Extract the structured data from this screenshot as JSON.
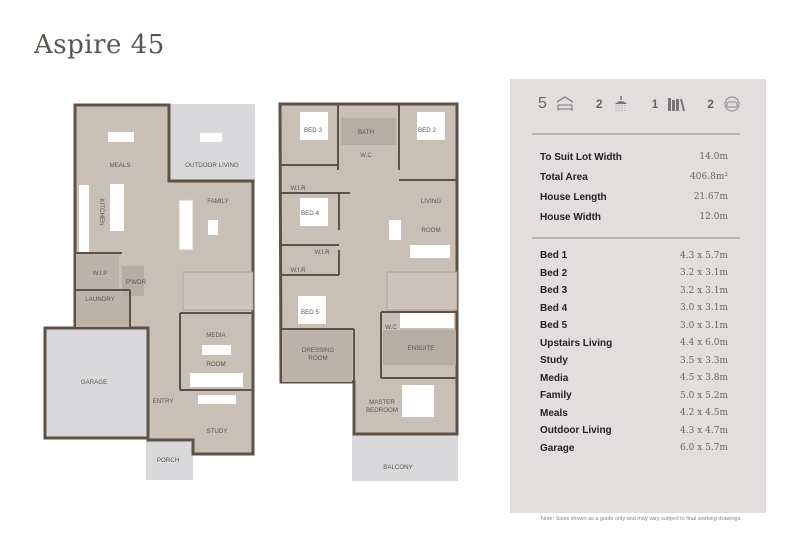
{
  "title": "Aspire 45",
  "features": {
    "bedrooms": "5",
    "bathrooms": "2",
    "study": "1",
    "garage": "2",
    "icons": [
      "bed-icon",
      "shower-icon",
      "books-icon",
      "car-icon"
    ]
  },
  "specs": [
    {
      "label": "To Suit Lot Width",
      "value": "14.0m"
    },
    {
      "label": "Total Area",
      "value": "406.8m²"
    },
    {
      "label": "House Length",
      "value": "21.67m"
    },
    {
      "label": "House Width",
      "value": "12.0m"
    }
  ],
  "rooms": [
    {
      "label": "Bed 1",
      "value": "4.3 x 5.7m"
    },
    {
      "label": "Bed 2",
      "value": "3.2 x 3.1m"
    },
    {
      "label": "Bed 3",
      "value": "3.2 x 3.1m"
    },
    {
      "label": "Bed 4",
      "value": "3.0 x 3.1m"
    },
    {
      "label": "Bed 5",
      "value": "3.0 x 3.1m"
    },
    {
      "label": "Upstairs Living",
      "value": "4.4 x 6.0m"
    },
    {
      "label": "Study",
      "value": "3.5 x 3.3m"
    },
    {
      "label": "Media",
      "value": "4.5 x 3.8m"
    },
    {
      "label": "Family",
      "value": "5.0 x 5.2m"
    },
    {
      "label": "Meals",
      "value": "4.2 x 4.5m"
    },
    {
      "label": "Outdoor Living",
      "value": "4.3 x 4.7m"
    },
    {
      "label": "Garage",
      "value": "6.0 x 5.7m"
    }
  ],
  "note": "Note: Sizes shown as a guide only and may vary subject to final working drawings.",
  "ground_floor": {
    "meals": "MEALS",
    "outdoor": "OUTDOOR LIVING",
    "kitchen": "KITCHEN",
    "family": "FAMILY",
    "wip": "W.I.P",
    "pwdr": "P'WDR",
    "laundry": "LAUNDRY",
    "media": "MEDIA",
    "media_room": "ROOM",
    "garage": "GARAGE",
    "entry": "ENTRY",
    "study": "STUDY",
    "porch": "PORCH"
  },
  "first_floor": {
    "bed3": "BED 3",
    "bath": "BATH",
    "bed2": "BED 2",
    "wc1": "W.C",
    "wir1": "W.I.R",
    "bed4": "BED 4",
    "living": "LIVING",
    "living_room": "ROOM",
    "wir2": "W.I.R",
    "wir3": "W.I.R",
    "bed5": "BED 5",
    "wc2": "W.C",
    "dressing1": "DRESSING",
    "dressing2": "ROOM",
    "ensuite": "ENSUITE",
    "master1": "MASTER",
    "master2": "BEDROOM",
    "balcony": "BALCONY"
  },
  "colors": {
    "wall": "#5c5248",
    "floor": "#c8bfb5",
    "outdoor": "#d9d9db",
    "panel": "#e2dede"
  }
}
